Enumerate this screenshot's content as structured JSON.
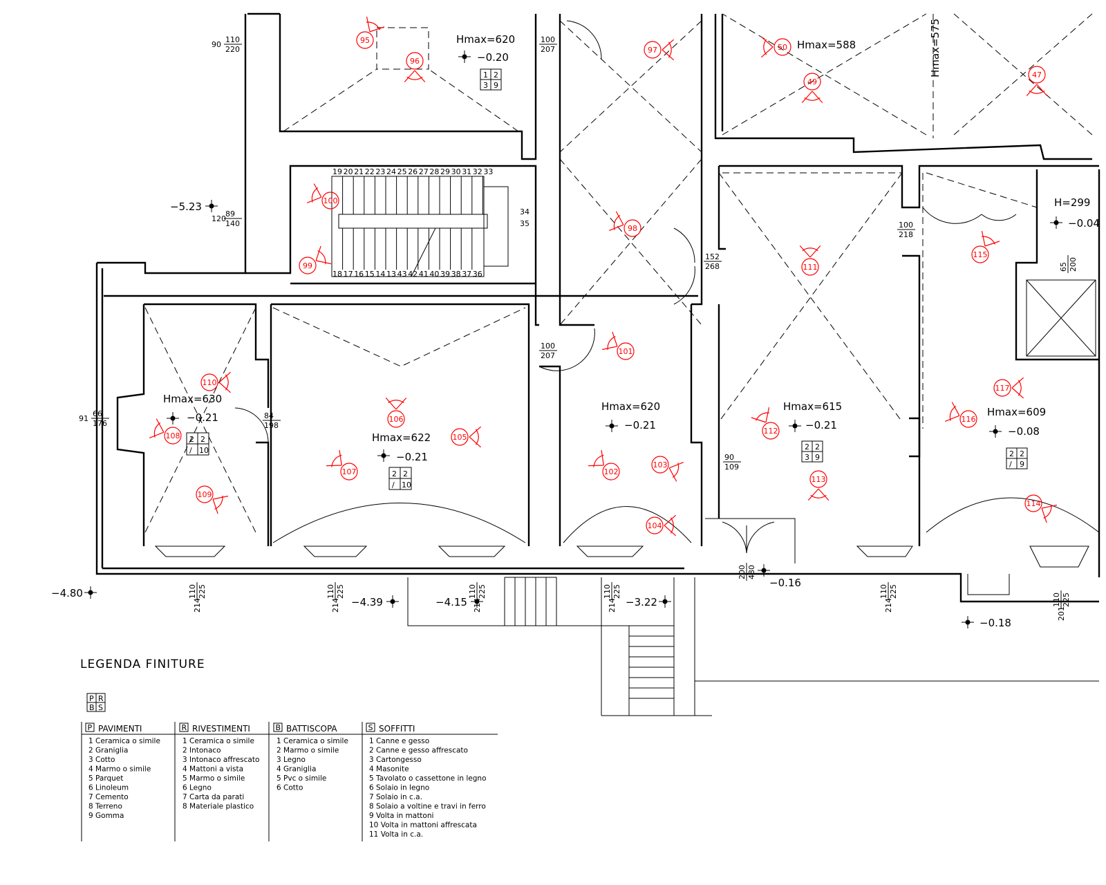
{
  "rooms": [
    {
      "hmax": "Hmax=620",
      "level": "−0.20",
      "code": [
        "1",
        "2",
        "3",
        "9"
      ]
    },
    {
      "hmax": "Hmax=588"
    },
    {
      "hmax": "Hmax=575"
    },
    {
      "hmax": "H=299",
      "level": "−0.04"
    },
    {
      "hmax": "Hmax=630",
      "level": "−0.21",
      "code": [
        "2",
        "2",
        "/",
        "10"
      ]
    },
    {
      "hmax": "Hmax=622",
      "level": "−0.21",
      "code": [
        "2",
        "2",
        "/",
        "10"
      ]
    },
    {
      "hmax": "Hmax=620",
      "level": "−0.21"
    },
    {
      "hmax": "Hmax=615",
      "level": "−0.21",
      "code": [
        "2",
        "2",
        "3",
        "9"
      ]
    },
    {
      "hmax": "Hmax=609",
      "level": "−0.08",
      "code": [
        "2",
        "2",
        "/",
        "9"
      ]
    }
  ],
  "external_levels": [
    "−5.23",
    "−4.80",
    "−4.39",
    "−4.15",
    "−3.22",
    "−0.16",
    "−0.18"
  ],
  "openings": [
    {
      "top": "110",
      "bottom": "220",
      "side": "90"
    },
    {
      "top": "100",
      "bottom": "207"
    },
    {
      "top": "89",
      "bottom": "140",
      "side": "120"
    },
    {
      "top": "100",
      "bottom": "207"
    },
    {
      "top": "66",
      "bottom": "176",
      "side": "91"
    },
    {
      "top": "84",
      "bottom": "198"
    },
    {
      "top": "152",
      "bottom": "268"
    },
    {
      "top": "100",
      "bottom": "218"
    },
    {
      "top": "90",
      "bottom": "109"
    },
    {
      "top": "65",
      "bottom": "200"
    },
    {
      "top": "110",
      "bottom": "225",
      "side": "214"
    },
    {
      "top": "110",
      "bottom": "225",
      "side": "214"
    },
    {
      "top": "110",
      "bottom": "225",
      "side": "214"
    },
    {
      "top": "110",
      "bottom": "225",
      "side": "214"
    },
    {
      "top": "200",
      "bottom": "480"
    },
    {
      "top": "110",
      "bottom": "225",
      "side": "214"
    },
    {
      "top": "110",
      "bottom": "225",
      "side": "201"
    }
  ],
  "stairs": {
    "top_steps": [
      "19",
      "20",
      "21",
      "22",
      "23",
      "24",
      "25",
      "26",
      "27",
      "28",
      "29",
      "30",
      "31",
      "32",
      "33"
    ],
    "bottom_steps": [
      "18",
      "17",
      "16",
      "15",
      "14",
      "13",
      "43",
      "42",
      "41",
      "40",
      "39",
      "38",
      "37",
      "36"
    ],
    "landing": [
      "34",
      "35"
    ]
  },
  "photo_points": [
    "95",
    "96",
    "97",
    "50",
    "49",
    "47",
    "100",
    "99",
    "98",
    "111",
    "115",
    "101",
    "110",
    "108",
    "106",
    "105",
    "107",
    "109",
    "102",
    "103",
    "104",
    "112",
    "113",
    "116",
    "117",
    "114"
  ],
  "legend": {
    "title": "LEGENDA FINITURE",
    "key": [
      "P",
      "R",
      "B",
      "S"
    ],
    "columns": [
      {
        "letter": "P",
        "heading": "PAVIMENTI",
        "items": [
          "1  Ceramica o simile",
          "2  Graniglia",
          "3  Cotto",
          "4  Marmo o simile",
          "5  Parquet",
          "6  Linoleum",
          "7  Cemento",
          "8  Terreno",
          "9  Gomma"
        ]
      },
      {
        "letter": "R",
        "heading": "RIVESTIMENTI",
        "items": [
          "1  Ceramica o simile",
          "2  Intonaco",
          "3  Intonaco affrescato",
          "4  Mattoni a vista",
          "5  Marmo o simile",
          "6  Legno",
          "7  Carta da parati",
          "8  Materiale plastico"
        ]
      },
      {
        "letter": "B",
        "heading": "BATTISCOPA",
        "items": [
          "1  Ceramica o simile",
          "2  Marmo o simile",
          "3  Legno",
          "4  Graniglia",
          "5  Pvc o simile",
          "6  Cotto"
        ]
      },
      {
        "letter": "S",
        "heading": "SOFFITTI",
        "items": [
          "1  Canne e gesso",
          "2  Canne e gesso affrescato",
          "3  Cartongesso",
          "4  Masonite",
          "5  Tavolato o cassettone in legno",
          "6  Solaio in legno",
          "7  Solaio in c.a.",
          "8  Solaio a voltine e travi in ferro",
          "9  Volta in mattoni",
          "10  Volta in mattoni affrescata",
          "11  Volta in c.a."
        ]
      }
    ]
  },
  "colors": {
    "line": "#000000",
    "photo_marker": "#ff0000"
  }
}
